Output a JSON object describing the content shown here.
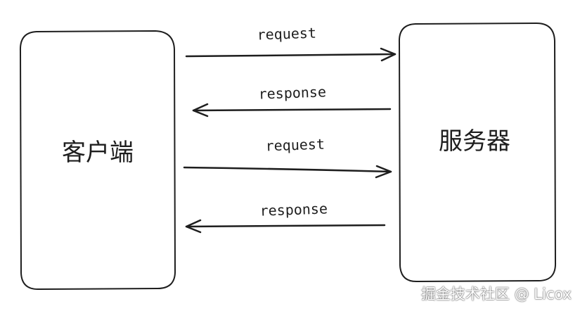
{
  "nodes": {
    "client": {
      "label": "客户端"
    },
    "server": {
      "label": "服务器"
    }
  },
  "arrows": [
    {
      "label": "request",
      "direction": "client-to-server"
    },
    {
      "label": "response",
      "direction": "server-to-client"
    },
    {
      "label": "request",
      "direction": "client-to-server"
    },
    {
      "label": "response",
      "direction": "server-to-client"
    }
  ],
  "watermark": {
    "text": "掘金技术社区 @ Licox"
  },
  "colors": {
    "stroke": "#1e1e1e",
    "background": "#ffffff"
  }
}
